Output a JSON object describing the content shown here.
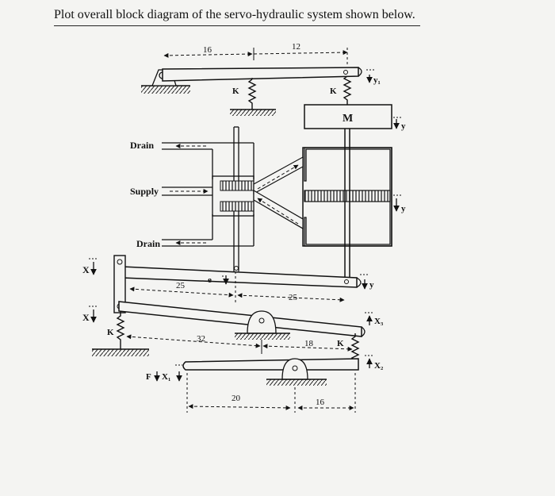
{
  "problem": {
    "title": "Plot overall block diagram of the servo-hydraulic system shown below."
  },
  "diagram": {
    "labels": {
      "drain_top": "Drain",
      "supply": "Supply",
      "drain_bottom": "Drain",
      "mass": "M",
      "spring_top_left": "K",
      "spring_top_right": "K",
      "spring_bottom_left": "K",
      "spring_bottom_right": "K",
      "e": "e",
      "y1": "y₁",
      "y_mass": "y",
      "y_piston": "y",
      "y_lever": "y",
      "x_upper": "X",
      "x_lower": "X",
      "x3": "X₃",
      "x2": "X₂",
      "force": "F",
      "x1": "X₁"
    },
    "dimensions": {
      "d16_top": "16",
      "d12_top": "12",
      "d25_left": "25",
      "d25_right": "25",
      "d32": "32",
      "d18": "18",
      "d20": "20",
      "d16_bottom": "16"
    }
  }
}
